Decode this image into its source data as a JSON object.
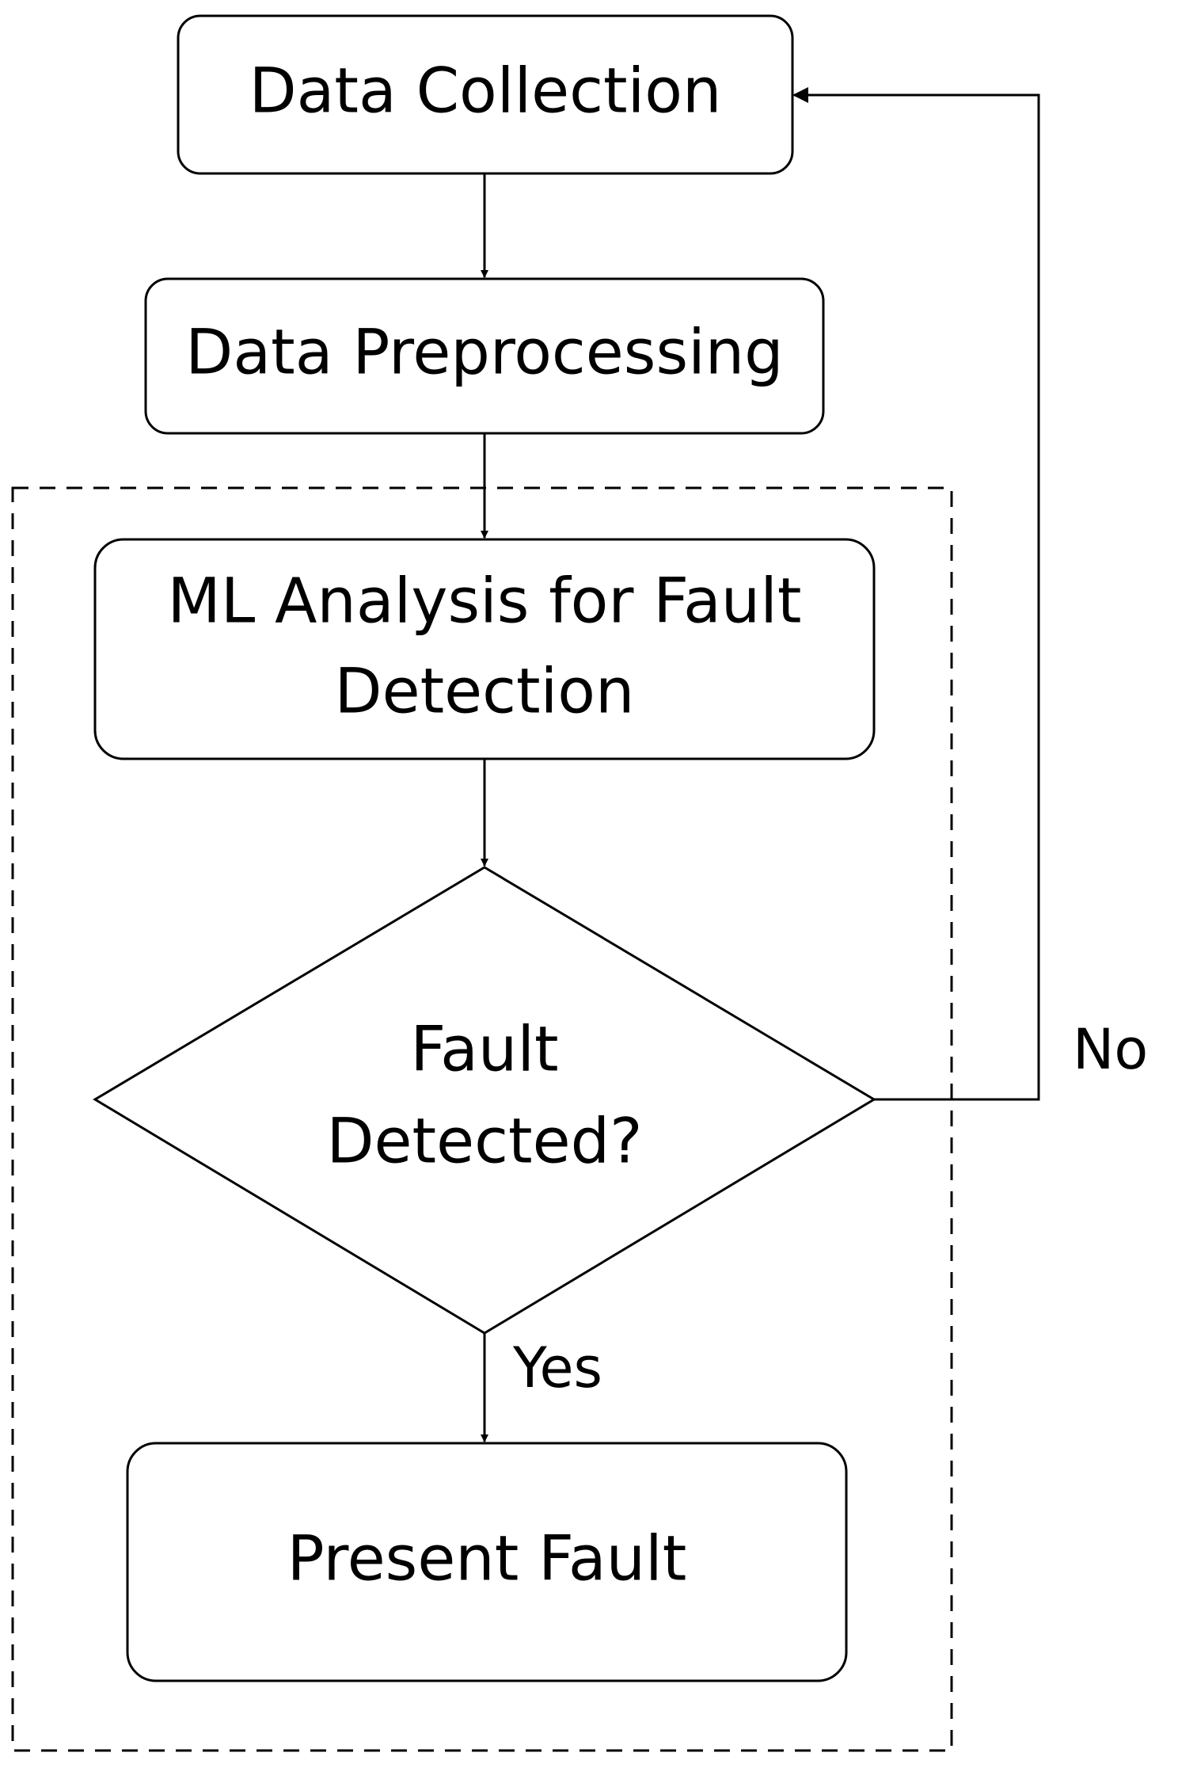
{
  "diagram": {
    "nodes": {
      "data_collection": {
        "label": "Data Collection"
      },
      "data_preprocessing": {
        "label": "Data Preprocessing"
      },
      "ml_analysis": {
        "label_line1": "ML Analysis for Fault",
        "label_line2": "Detection"
      },
      "decision": {
        "label_line1": "Fault",
        "label_line2": "Detected?"
      },
      "present_fault": {
        "label": "Present Fault"
      }
    },
    "edges": {
      "no_label": "No",
      "yes_label": "Yes"
    }
  }
}
